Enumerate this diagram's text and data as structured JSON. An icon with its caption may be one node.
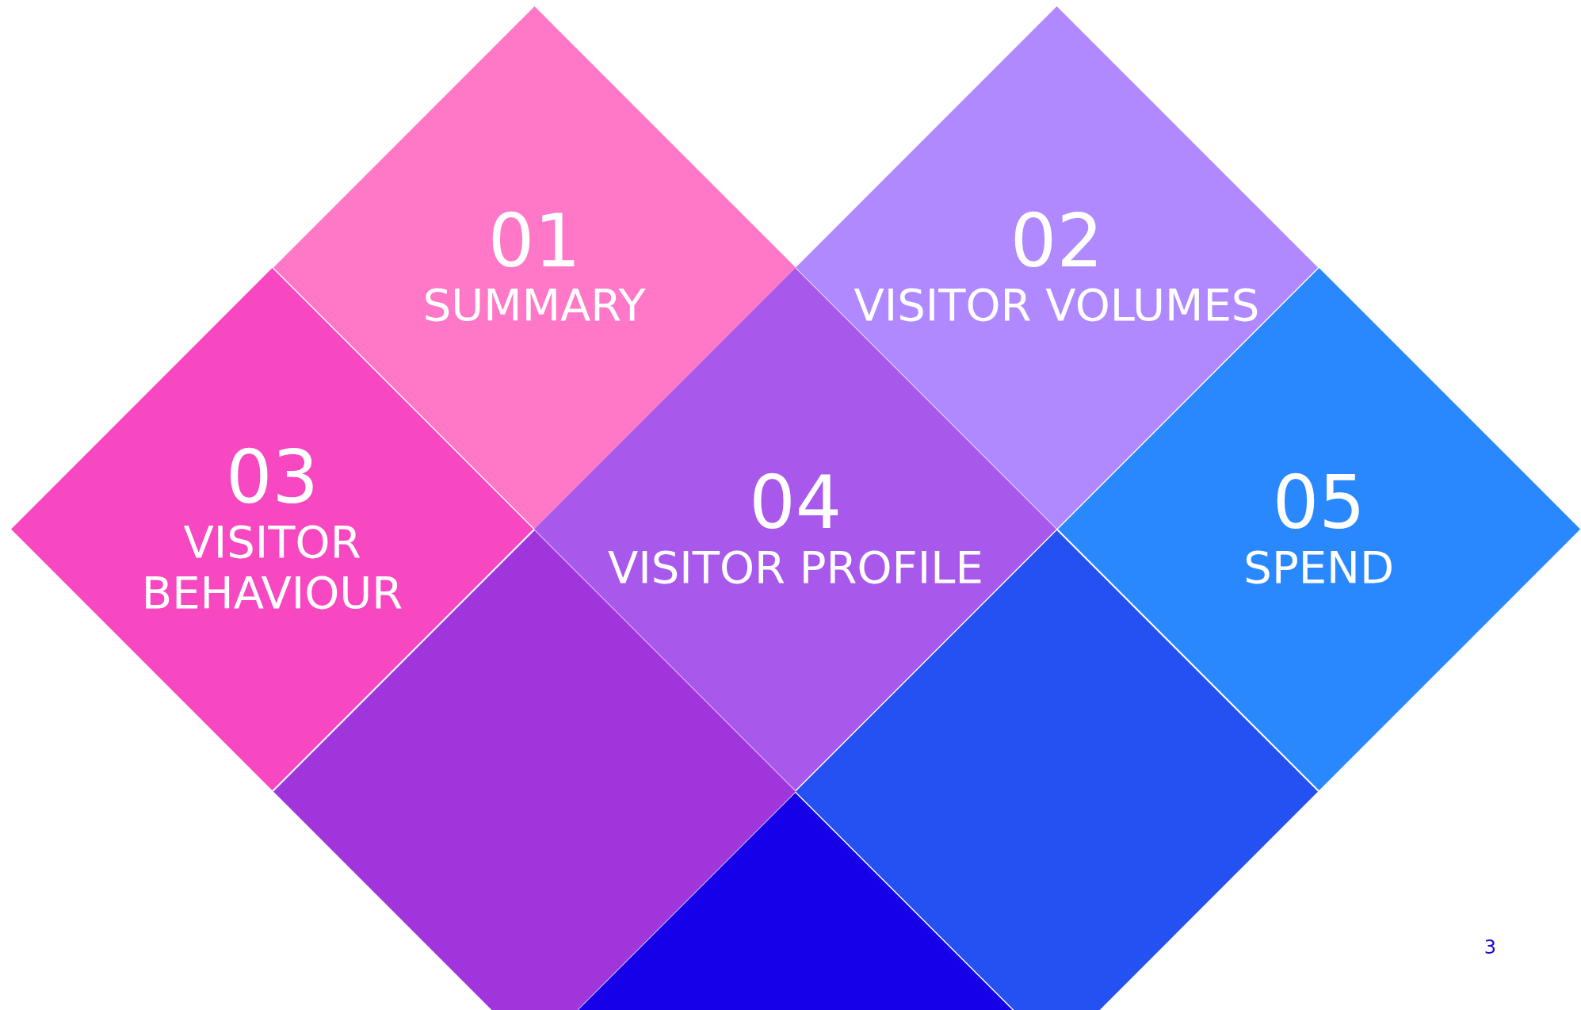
{
  "diagram": {
    "nodes": [
      {
        "text": [
          "01",
          "SUMMARY"
        ]
      },
      {
        "text": [
          "02",
          "VISITOR VOLUMES"
        ]
      },
      {
        "text": [
          "03",
          "VISITOR BEHAVIOUR"
        ]
      },
      {
        "text": [
          "04",
          "VISITOR PROFILE"
        ]
      },
      {
        "text": [
          "05",
          "SPEND"
        ]
      },
      {
        "text": [],
        "shape": "diamond"
      },
      {
        "text": [],
        "shape": "diamond"
      },
      {
        "text": [],
        "shape": "diamond"
      }
    ],
    "labels": [
      "3"
    ]
  }
}
